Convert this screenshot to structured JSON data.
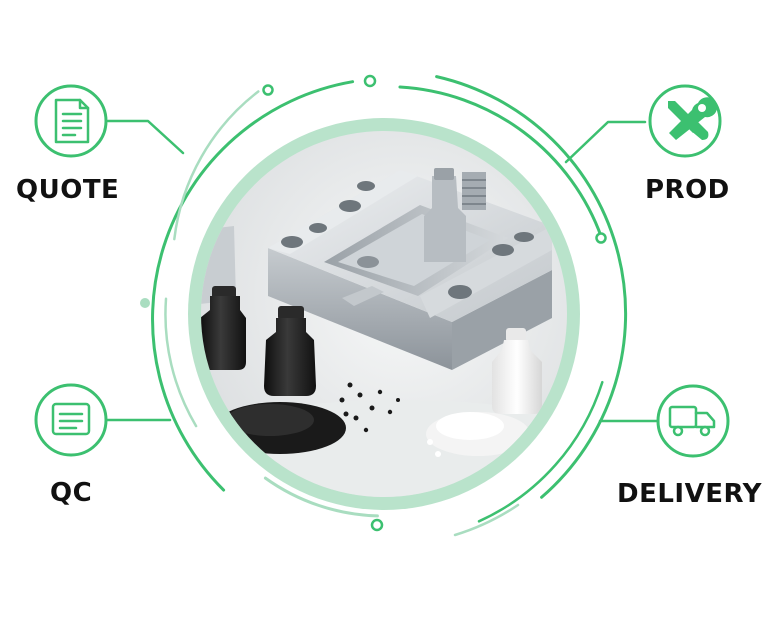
{
  "diagram": {
    "steps": [
      {
        "id": "quote",
        "label": "QUOTE",
        "icon": "document-icon"
      },
      {
        "id": "prod",
        "label": "PROD",
        "icon": "tools-icon"
      },
      {
        "id": "qc",
        "label": "QC",
        "icon": "checklist-icon"
      },
      {
        "id": "delivery",
        "label": "DELIVERY",
        "icon": "truck-icon"
      }
    ],
    "center_image": "injection-mold-with-plastic-parts-and-pellets"
  },
  "colors": {
    "accent": "#3cc070",
    "accent_light": "#a9ddc0",
    "ring_fill": "#b9e3cb",
    "text": "#111111",
    "metal_light": "#dfe3e6",
    "metal_mid": "#b3b9bf",
    "metal_dark": "#7e868d",
    "plastic_black": "#1c1c1c",
    "plastic_white": "#f6f6f6"
  }
}
